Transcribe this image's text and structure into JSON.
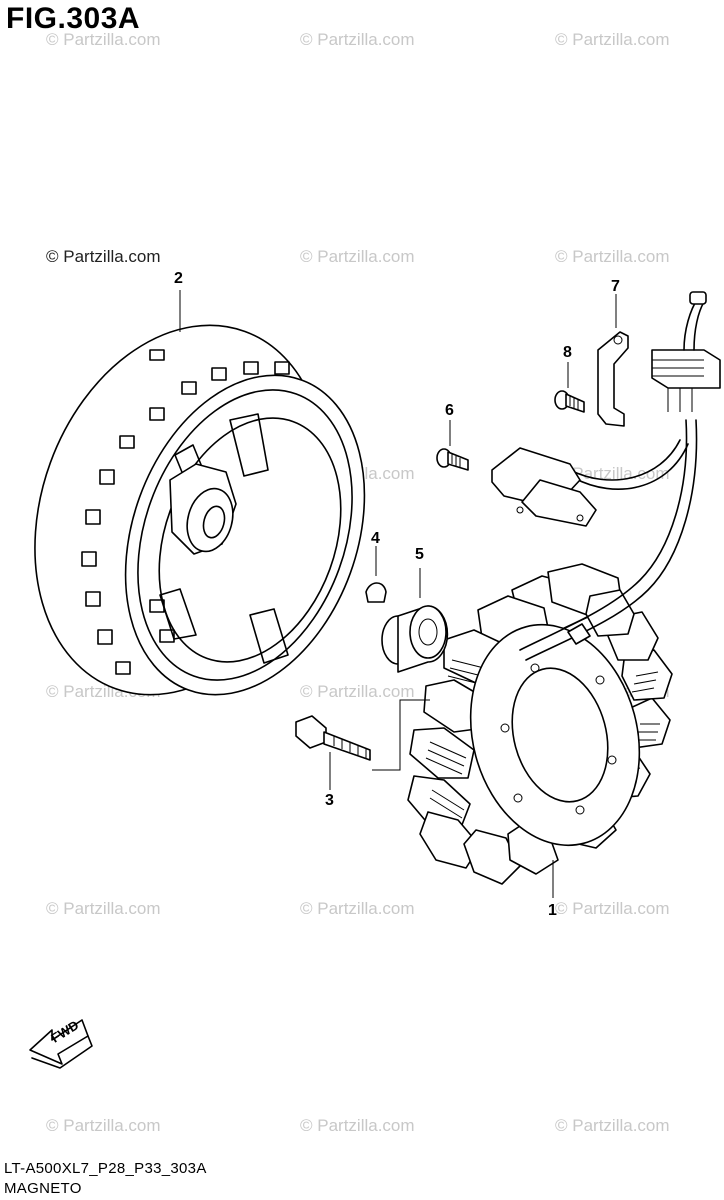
{
  "figure": {
    "title": "FIG.303A",
    "code": "LT-A500XL7_P28_P33_303A",
    "name": "MAGNETO"
  },
  "watermark": {
    "text": "© Partzilla.com"
  },
  "callouts": [
    {
      "label": "1",
      "part": "stator"
    },
    {
      "label": "2",
      "part": "flywheel-rotor"
    },
    {
      "label": "3",
      "part": "bolt"
    },
    {
      "label": "4",
      "part": "key"
    },
    {
      "label": "5",
      "part": "bushing"
    },
    {
      "label": "6",
      "part": "screw"
    },
    {
      "label": "7",
      "part": "clamp"
    },
    {
      "label": "8",
      "part": "screw"
    }
  ],
  "fwd_arrow": {
    "text": "FWD"
  },
  "colors": {
    "line": "#000000",
    "watermark": "#c8c8c8",
    "background": "#ffffff"
  }
}
